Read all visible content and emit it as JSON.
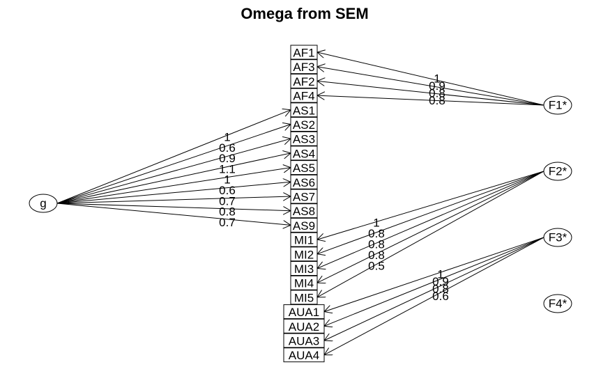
{
  "title": "Omega from SEM",
  "general_factor": {
    "label": "g"
  },
  "group_factors": [
    {
      "id": "F1",
      "label": "F1*"
    },
    {
      "id": "F2",
      "label": "F2*"
    },
    {
      "id": "F3",
      "label": "F3*"
    },
    {
      "id": "F4",
      "label": "F4*"
    }
  ],
  "observed": [
    {
      "label": "AF1"
    },
    {
      "label": "AF3"
    },
    {
      "label": "AF2"
    },
    {
      "label": "AF4"
    },
    {
      "label": "AS1"
    },
    {
      "label": "AS2"
    },
    {
      "label": "AS3"
    },
    {
      "label": "AS4"
    },
    {
      "label": "AS5"
    },
    {
      "label": "AS6"
    },
    {
      "label": "AS7"
    },
    {
      "label": "AS8"
    },
    {
      "label": "AS9"
    },
    {
      "label": "MI1"
    },
    {
      "label": "MI2"
    },
    {
      "label": "MI3"
    },
    {
      "label": "MI4"
    },
    {
      "label": "MI5"
    },
    {
      "label": "AUA1"
    },
    {
      "label": "AUA2"
    },
    {
      "label": "AUA3"
    },
    {
      "label": "AUA4"
    }
  ],
  "g_loadings": [
    {
      "to": "AS1",
      "label": "1"
    },
    {
      "to": "AS2",
      "label": "0.6"
    },
    {
      "to": "AS3",
      "label": "0.9"
    },
    {
      "to": "AS4",
      "label": "1.1"
    },
    {
      "to": "AS5",
      "label": "1"
    },
    {
      "to": "AS6",
      "label": "0.6"
    },
    {
      "to": "AS7",
      "label": "0.7"
    },
    {
      "to": "AS8",
      "label": "0.8"
    },
    {
      "to": "AS9",
      "label": "0.7"
    }
  ],
  "group_loadings": [
    {
      "from": "F1",
      "to": "AF1",
      "label": "1"
    },
    {
      "from": "F1",
      "to": "AF3",
      "label": "0.9"
    },
    {
      "from": "F1",
      "to": "AF2",
      "label": "0.8"
    },
    {
      "from": "F1",
      "to": "AF4",
      "label": "0.8"
    },
    {
      "from": "F2",
      "to": "MI1",
      "label": "1"
    },
    {
      "from": "F2",
      "to": "MI2",
      "label": "0.8"
    },
    {
      "from": "F2",
      "to": "MI3",
      "label": "0.8"
    },
    {
      "from": "F2",
      "to": "MI4",
      "label": "0.8"
    },
    {
      "from": "F2",
      "to": "MI5",
      "label": "0.5"
    },
    {
      "from": "F3",
      "to": "AUA1",
      "label": "1"
    },
    {
      "from": "F3",
      "to": "AUA2",
      "label": "0.9"
    },
    {
      "from": "F3",
      "to": "AUA3",
      "label": "0.8"
    },
    {
      "from": "F3",
      "to": "AUA4",
      "label": "0.6"
    }
  ]
}
